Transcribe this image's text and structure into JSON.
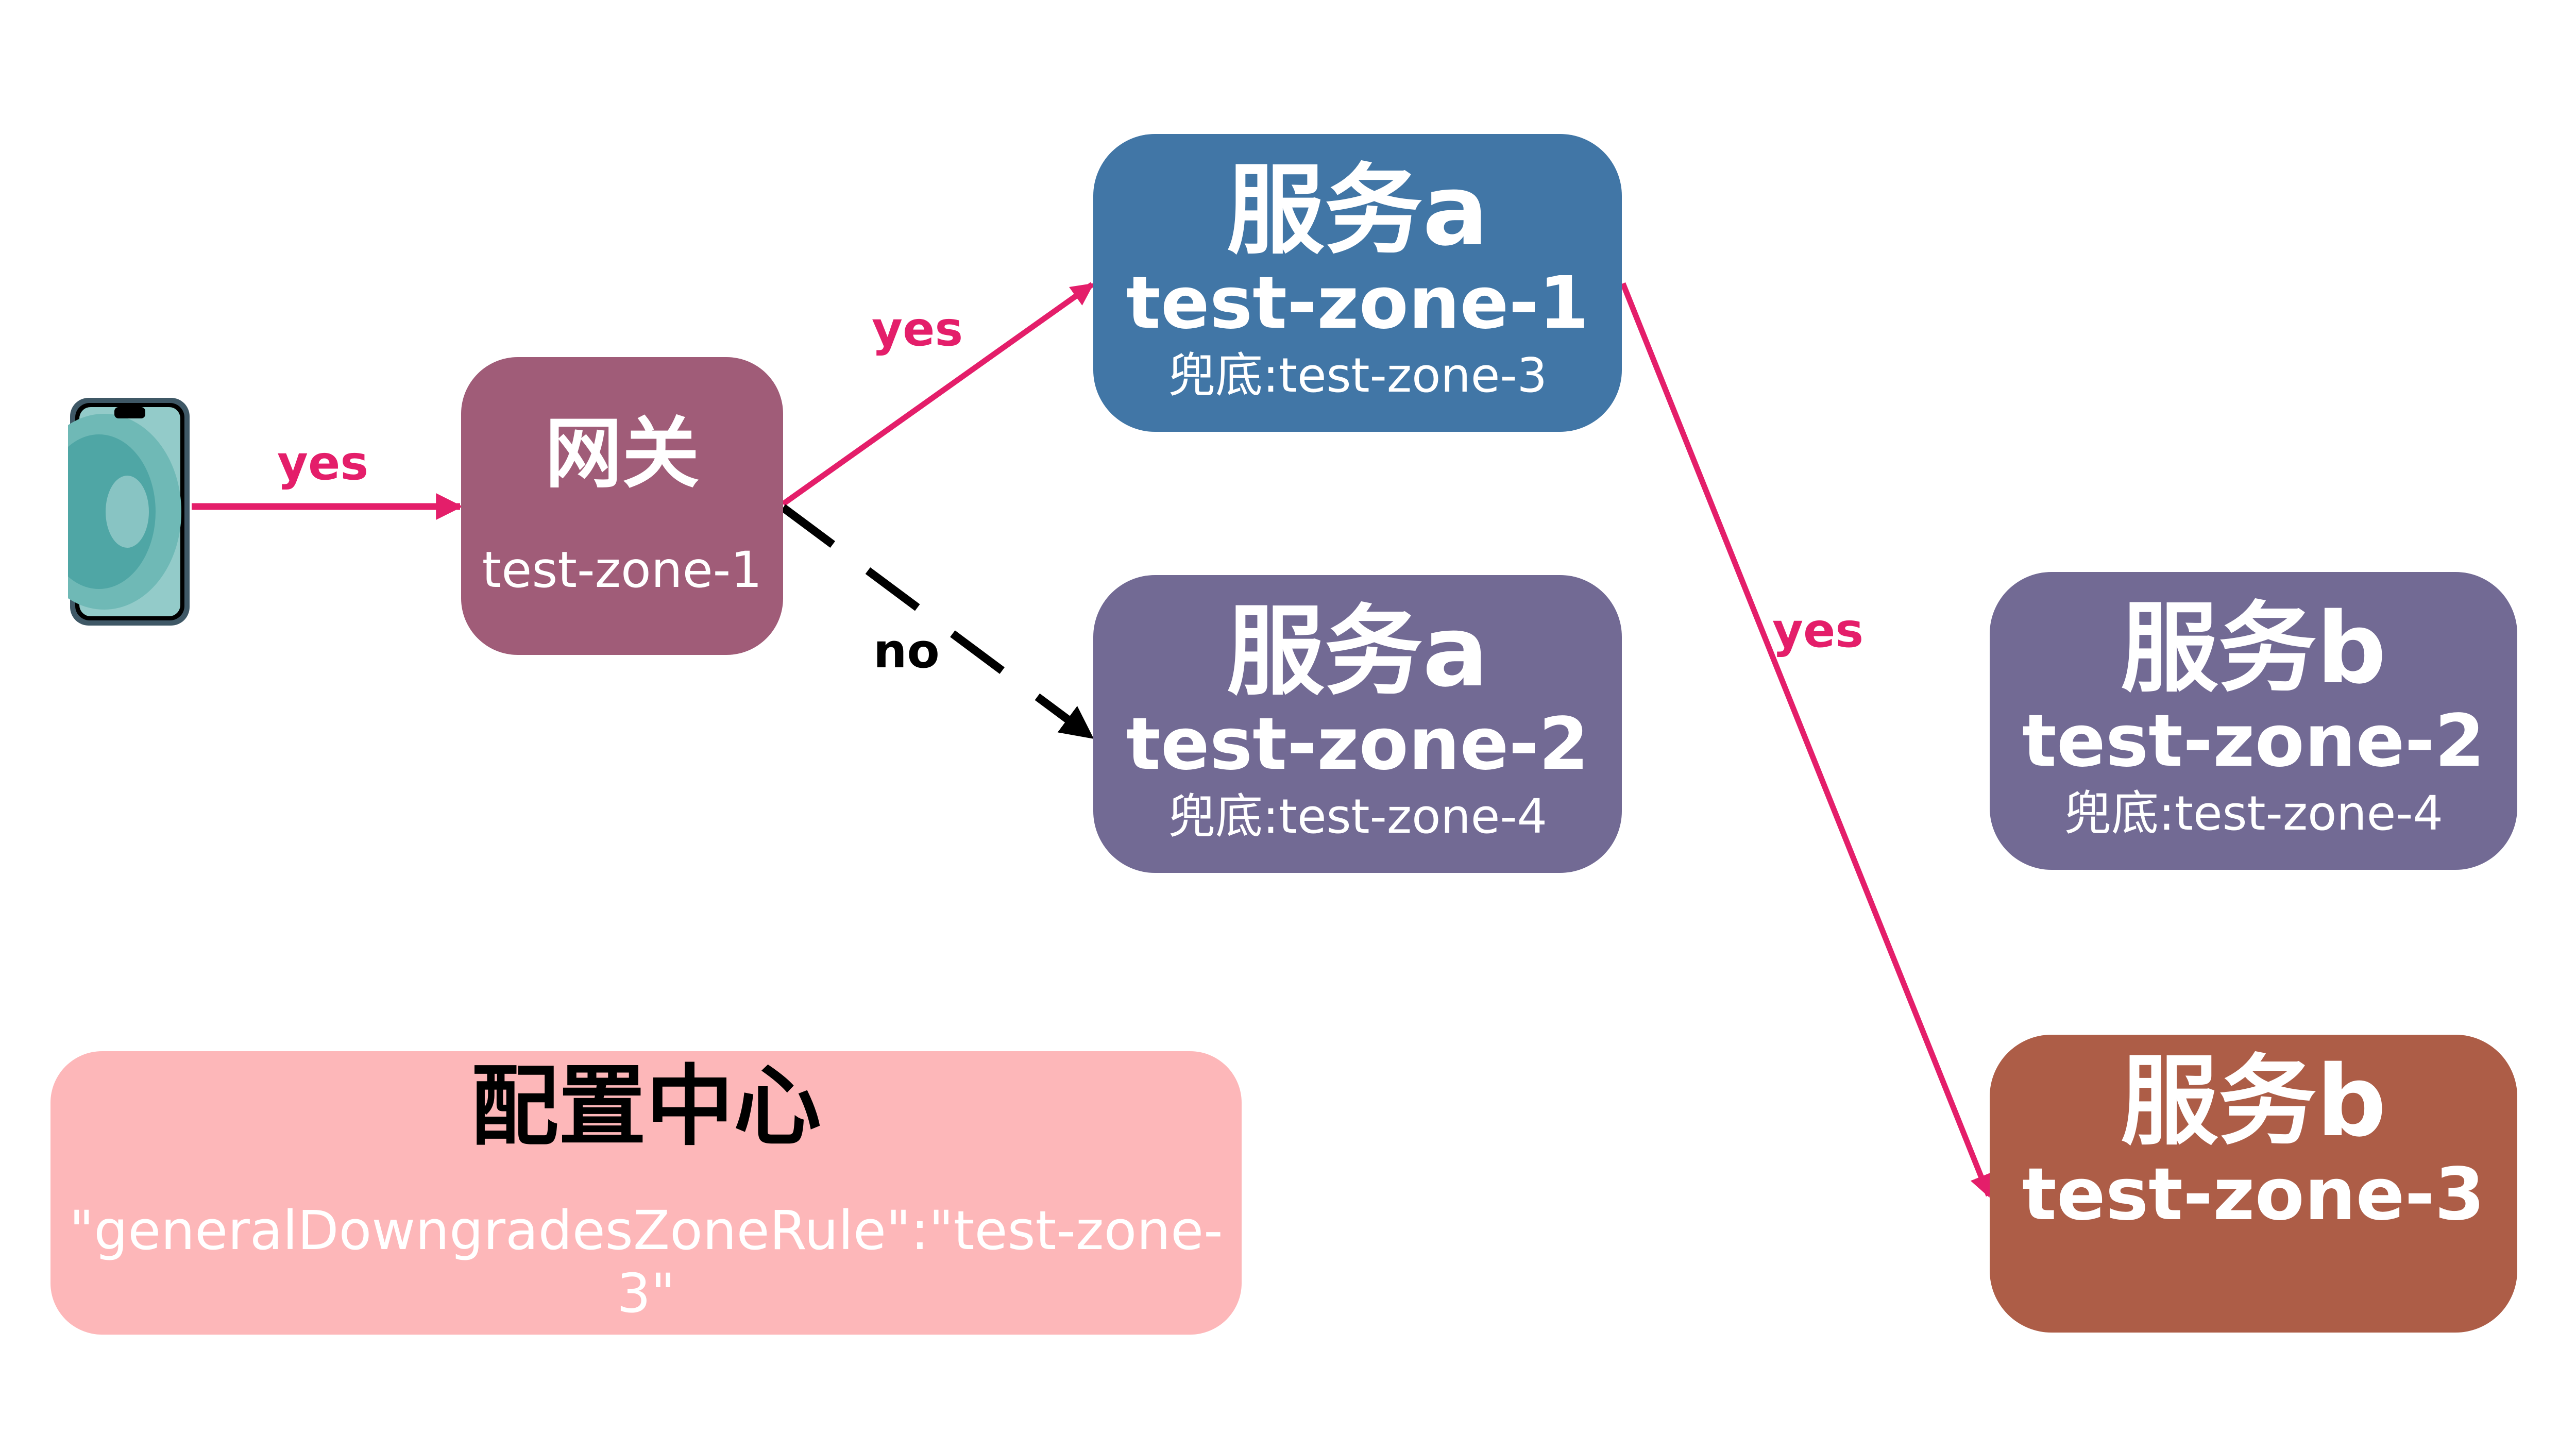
{
  "colors": {
    "gateway": "#a05c78",
    "zone1": "#4176a6",
    "zone2": "#726a94",
    "zone3": "#ad5d47",
    "config": "#fdb7b9",
    "yes_arrow": "#e41e6a",
    "no_arrow": "#000000"
  },
  "phone": {
    "icon": "smartphone-icon"
  },
  "gateway": {
    "title": "网关",
    "zone": "test-zone-1"
  },
  "services": [
    {
      "id": "svc-a-1",
      "title": "服务a",
      "zone": "test-zone-1",
      "fallback": "兜底:test-zone-3"
    },
    {
      "id": "svc-a-2",
      "title": "服务a",
      "zone": "test-zone-2",
      "fallback": "兜底:test-zone-4"
    },
    {
      "id": "svc-b-2",
      "title": "服务b",
      "zone": "test-zone-2",
      "fallback": "兜底:test-zone-4"
    },
    {
      "id": "svc-b-3",
      "title": "服务b",
      "zone": "test-zone-3"
    }
  ],
  "config_center": {
    "title": "配置中心",
    "rule": "\"generalDowngradesZoneRule\":\"test-zone-3\""
  },
  "edges": [
    {
      "from": "phone",
      "to": "gateway",
      "label": "yes",
      "style": "solid"
    },
    {
      "from": "gateway",
      "to": "svc-a-1",
      "label": "yes",
      "style": "solid"
    },
    {
      "from": "gateway",
      "to": "svc-a-2",
      "label": "no",
      "style": "dashed"
    },
    {
      "from": "svc-a-1",
      "to": "svc-b-3",
      "label": "yes",
      "style": "solid"
    }
  ]
}
